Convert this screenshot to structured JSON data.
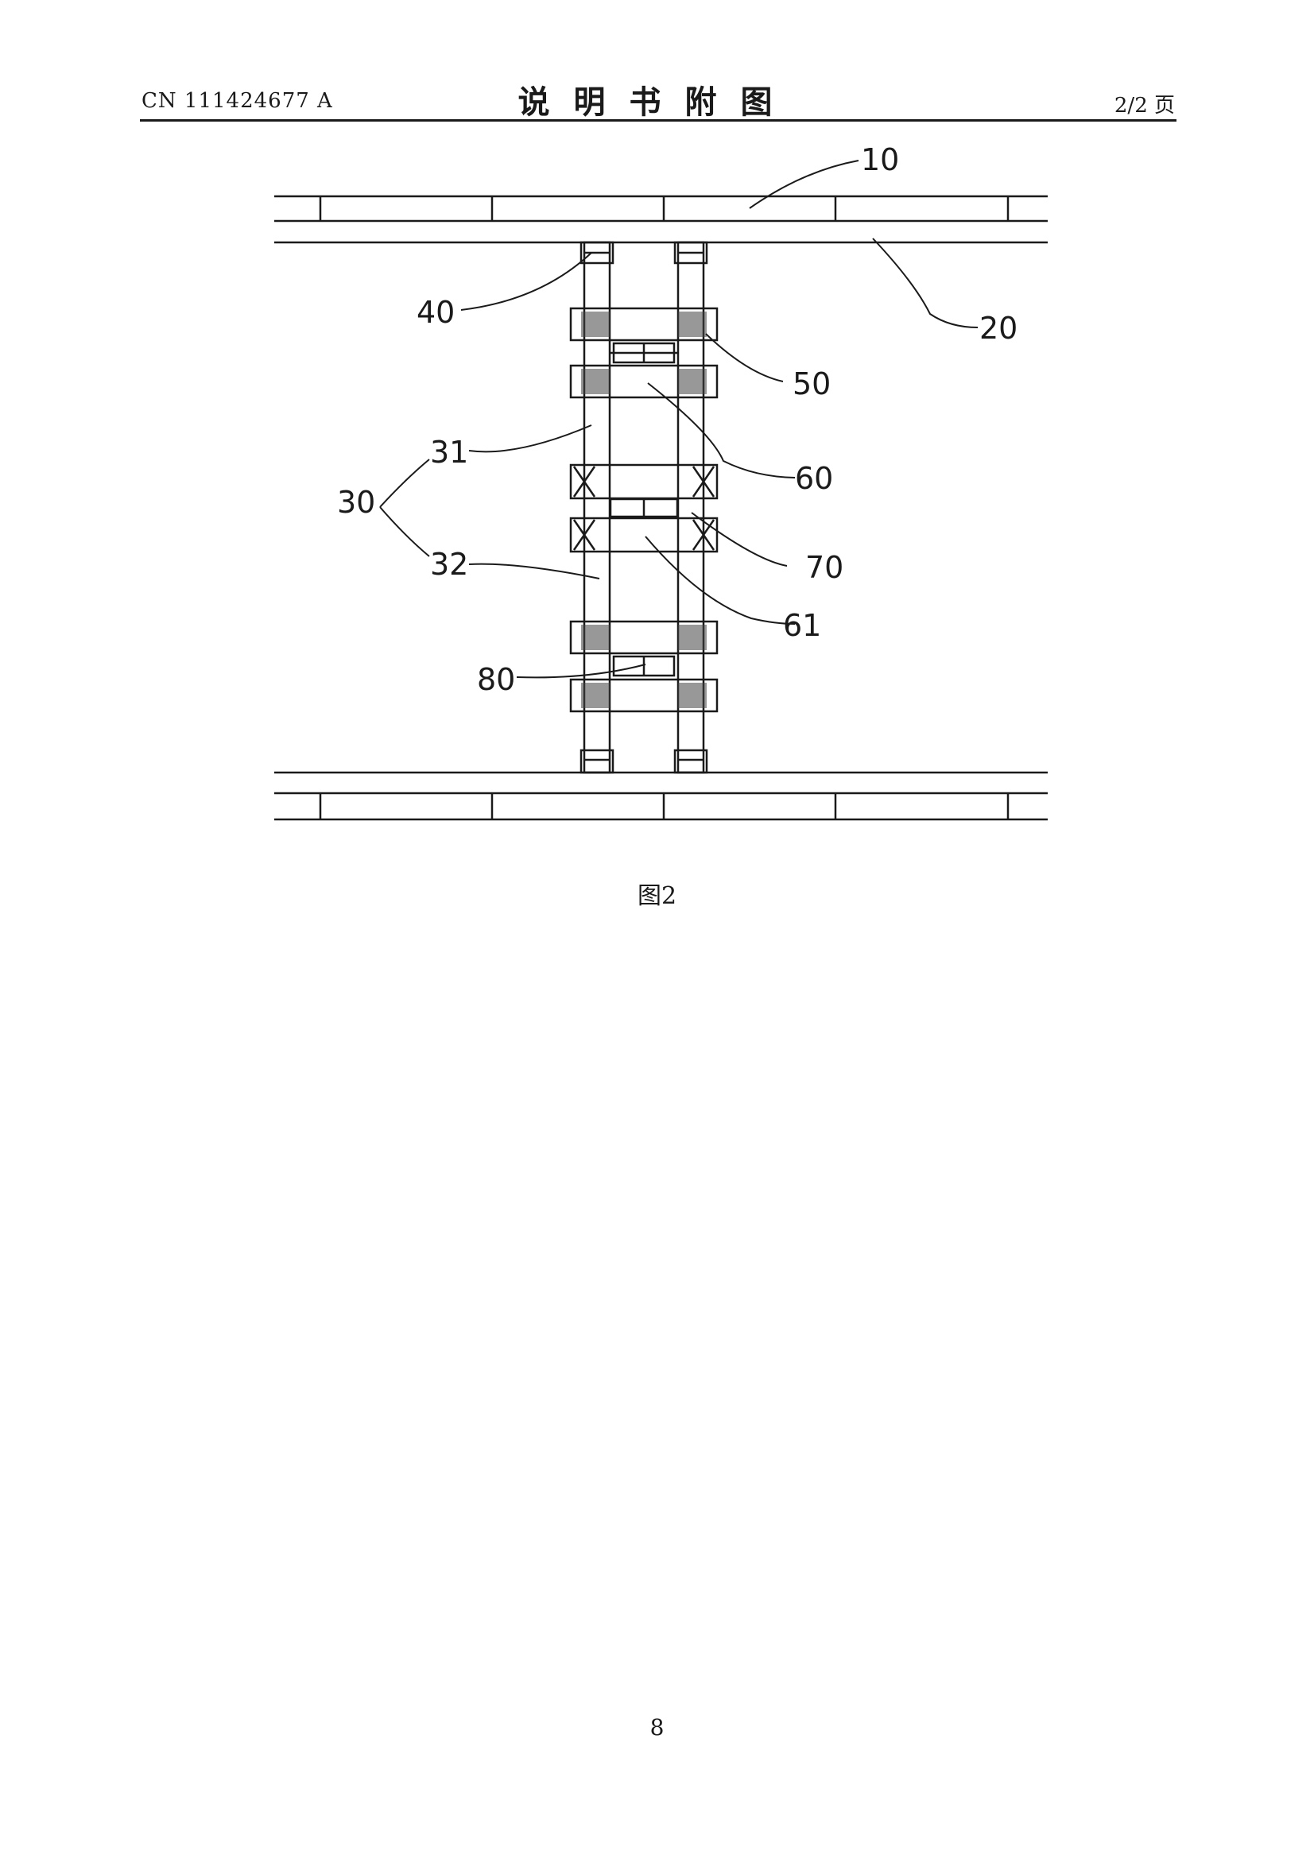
{
  "header": {
    "patent_number": "CN 111424677 A",
    "section_title": "说明书附图",
    "page_of": "2/2 页"
  },
  "figure": {
    "callouts": {
      "c10": "10",
      "c20": "20",
      "c30": "30",
      "c31": "31",
      "c32": "32",
      "c40": "40",
      "c50": "50",
      "c60": "60",
      "c61": "61",
      "c70": "70",
      "c80": "80"
    },
    "caption": "图2"
  },
  "footer": {
    "page_number": "8"
  }
}
